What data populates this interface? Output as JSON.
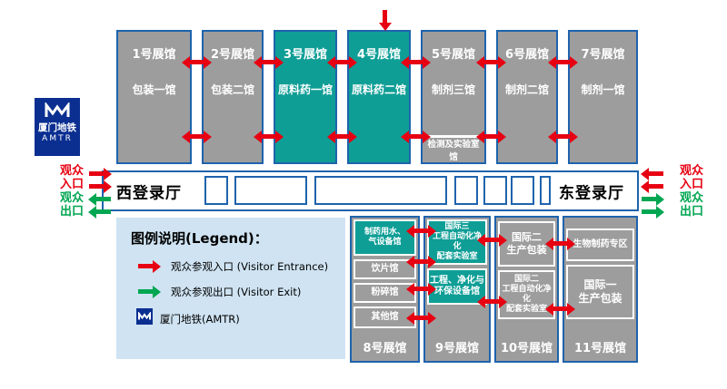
{
  "colors": {
    "blue_outline": "#1e63ad",
    "hall_gray": "#9d9d9d",
    "hall_teal": "#0f9e96",
    "legend_bg": "#cfe3f2",
    "entrance_red": "#e60012",
    "exit_green": "#00a651",
    "metro_blue": "#0b2f91"
  },
  "top_halls": [
    {
      "name": "1号展馆",
      "subtitle": "包装一馆"
    },
    {
      "name": "2号展馆",
      "subtitle": "包装二馆"
    },
    {
      "name": "3号展馆",
      "subtitle": "原料药一馆"
    },
    {
      "name": "4号展馆",
      "subtitle": "原料药二馆"
    },
    {
      "name": "5号展馆",
      "subtitle": "制剂三馆",
      "annex": "检测及实验室馆"
    },
    {
      "name": "6号展馆",
      "subtitle": "制剂二馆"
    },
    {
      "name": "7号展馆",
      "subtitle": "制剂一馆"
    }
  ],
  "registration_halls": {
    "west": "西登录厅",
    "east": "东登录厅"
  },
  "gates": {
    "left_entry": "观众\n入口",
    "left_exit": "观众\n出口",
    "right_entry": "观众\n入口",
    "right_exit": "观众\n出口"
  },
  "metro_badge": {
    "name": "厦门地铁",
    "abbr": "AMTR"
  },
  "legend": {
    "title": "图例说明(Legend)：",
    "entrance_label": "观众参观入口 (Visitor Entrance)",
    "exit_label": "观众参观出口 (Visitor Exit)",
    "metro_label": "厦门地铁(AMTR)"
  },
  "bottom_halls": [
    {
      "label": "8号展馆",
      "rooms": [
        "制药用水、\n气设备馆",
        "饮片馆",
        "粉碎馆",
        "其他馆"
      ]
    },
    {
      "label": "9号展馆",
      "rooms": [
        "国际三\n工程自动化净化\n配套实验室",
        "工程、净化与\n环保设备馆"
      ]
    },
    {
      "label": "10号展馆",
      "rooms": [
        "国际二\n生产包装",
        "国际二\n工程自动化净化\n配套实验室"
      ]
    },
    {
      "label": "11号展馆",
      "rooms": [
        "生物制药专区",
        "国际一\n生产包装"
      ]
    }
  ]
}
